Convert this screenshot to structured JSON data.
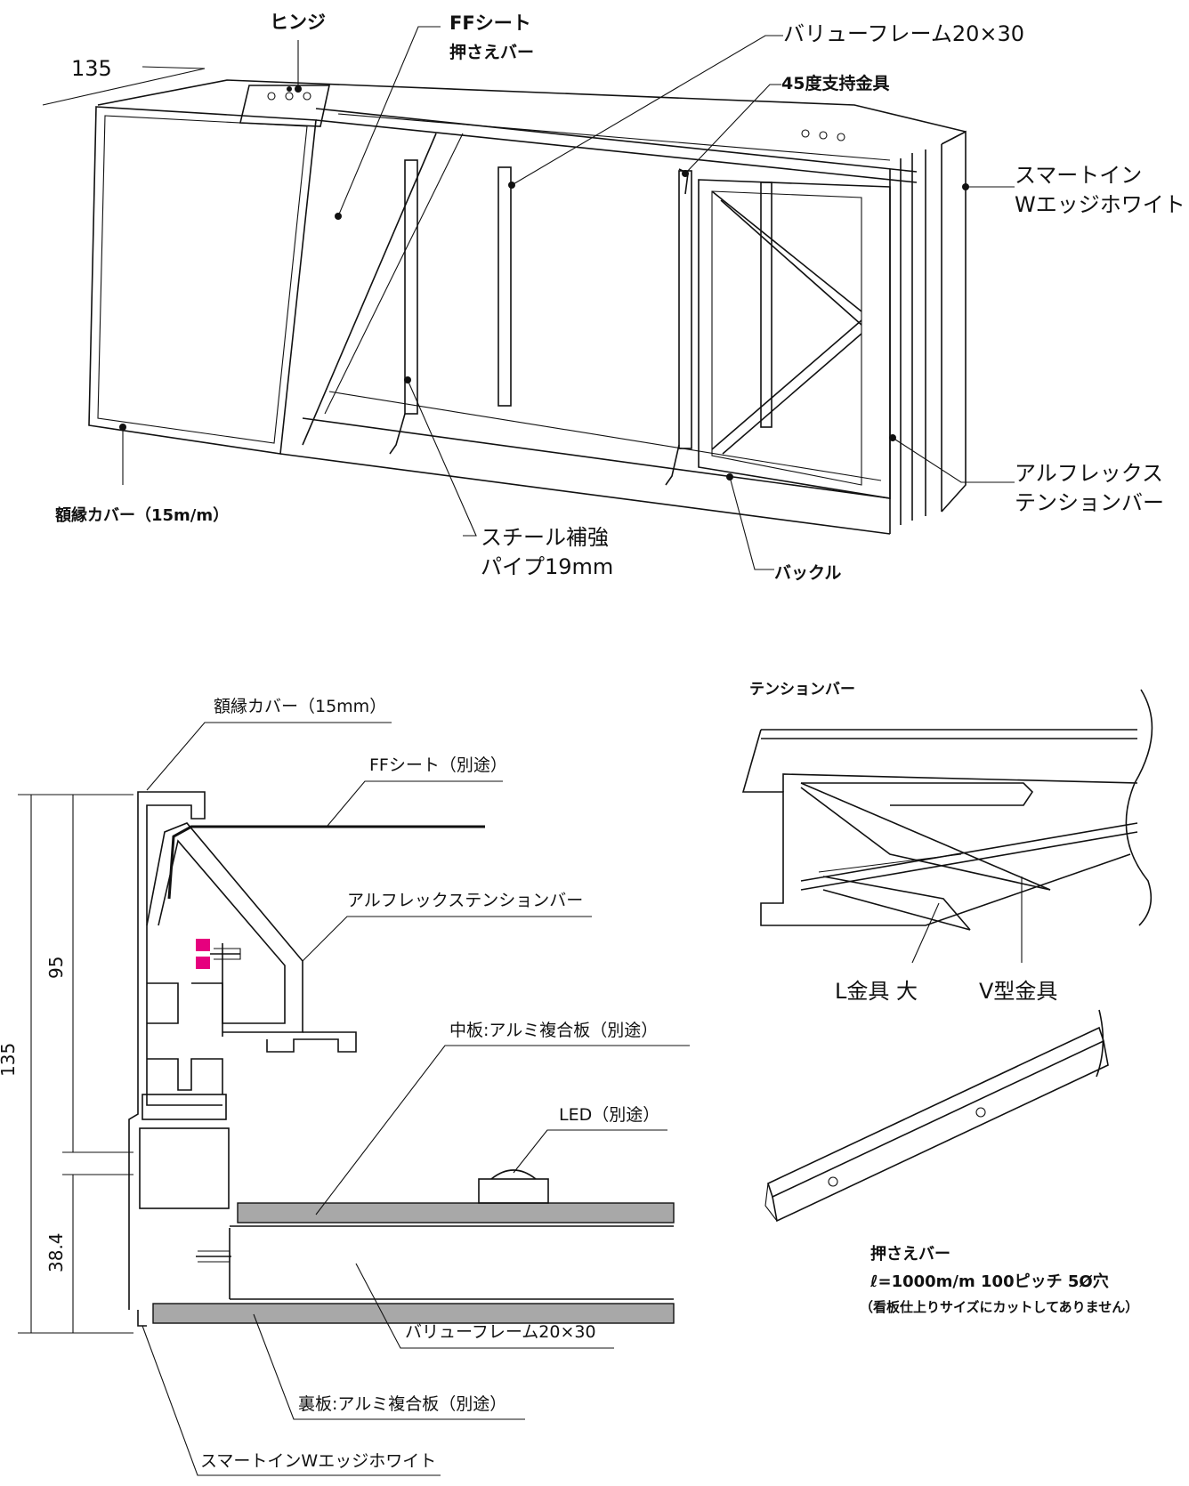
{
  "top_view": {
    "hinge": "ヒンジ",
    "ff_sheet": "FFシート",
    "holding_bar": "押さえバー",
    "value_frame": "バリューフレーム20×30",
    "bracket_45": "45度支持金具",
    "smart_in_1": "スマートイン",
    "smart_in_2": "Wエッジホワイト",
    "tension_bar_1": "アルフレックス",
    "tension_bar_2": "テンションバー",
    "buckle": "バックル",
    "steel_pipe_1": "スチール補強",
    "steel_pipe_2": "パイプ19mm",
    "frame_cover": "額縁カバー（15m/m）",
    "depth_dim": "135"
  },
  "section_view": {
    "frame_cover": "額縁カバー（15mm）",
    "ff_sheet": "FFシート（別途）",
    "tension_bar": "アルフレックステンションバー",
    "middle_plate": "中板:アルミ複合板（別途）",
    "led": "LED（別途）",
    "value_frame": "バリューフレーム20×30",
    "back_plate": "裏板:アルミ複合板（別途）",
    "smart_in": "スマートインWエッジホワイト",
    "dim_135": "135",
    "dim_95": "95",
    "dim_38_4": "38.4"
  },
  "tension_detail": {
    "title": "テンションバー",
    "l_bracket": "L金具 大",
    "v_bracket": "V型金具"
  },
  "holding_bar_detail": {
    "title": "押さえバー",
    "spec": "ℓ=1000m/m 100ピッチ 5Ø穴",
    "note": "（看板仕上りサイズにカットしてありません）"
  },
  "colors": {
    "line": "#111111",
    "plate": "#a8a8a8",
    "gasket": "#e6007e"
  }
}
